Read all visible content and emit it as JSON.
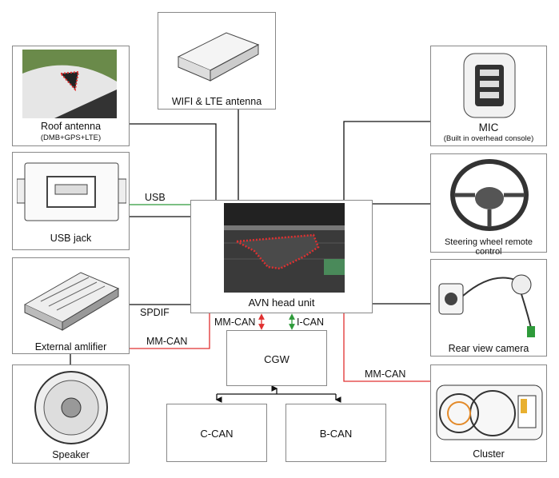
{
  "colors": {
    "can_red": "#e03030",
    "usb_green": "#2e9a3a",
    "line": "#111111",
    "border": "#888888"
  },
  "components": {
    "roof_antenna": {
      "label": "Roof antenna",
      "sublabel": "(DMB+GPS+LTE)"
    },
    "wifi_lte": {
      "label": "WIFI & LTE  antenna"
    },
    "mic": {
      "label": "MIC",
      "sublabel": "(Built in overhead console)"
    },
    "usb_jack": {
      "label": "USB jack"
    },
    "steering": {
      "label": "Steering wheel remote control"
    },
    "amplifier": {
      "label": "External amlifier"
    },
    "rear_camera": {
      "label": "Rear view camera"
    },
    "speaker": {
      "label": "Speaker"
    },
    "cluster": {
      "label": "Cluster"
    },
    "avn": {
      "label": "AVN head unit"
    },
    "cgw": {
      "label": "CGW"
    },
    "c_can": {
      "label": "C-CAN"
    },
    "b_can": {
      "label": "B-CAN"
    }
  },
  "connections": {
    "usb": "USB",
    "spdif": "SPDIF",
    "mm_can_amp": "MM-CAN",
    "mm_can_cgw": "MM-CAN",
    "i_can": "I-CAN",
    "mm_can_cluster": "MM-CAN"
  }
}
